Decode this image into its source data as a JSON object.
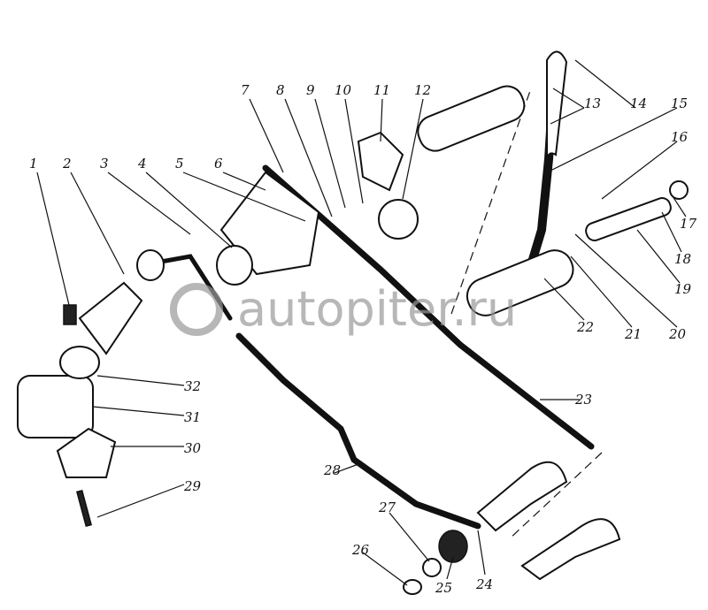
{
  "diagram": {
    "title": "Gear shift linkage exploded view",
    "watermark": "autopiter.ru",
    "labels": [
      "1",
      "2",
      "3",
      "4",
      "5",
      "6",
      "7",
      "8",
      "9",
      "10",
      "11",
      "12",
      "13",
      "14",
      "15",
      "16",
      "17",
      "18",
      "19",
      "20",
      "21",
      "22",
      "23",
      "24",
      "25",
      "26",
      "27",
      "28",
      "29",
      "30",
      "31",
      "32"
    ]
  }
}
